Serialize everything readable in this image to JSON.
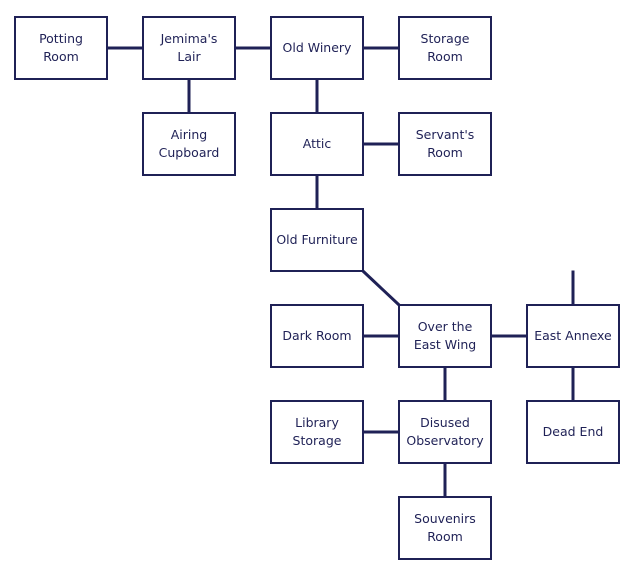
{
  "colors": {
    "ink": "#1f2156",
    "background": "#ffffff"
  },
  "rooms": {
    "potting_room": "Potting Room",
    "jemimas_lair": "Jemima's Lair",
    "old_winery": "Old Winery",
    "storage_room": "Storage Room",
    "airing_cupboard": "Airing Cupboard",
    "attic": "Attic",
    "servants_room": "Servant's Room",
    "old_furniture": "Old Furniture",
    "dark_room": "Dark Room",
    "over_east_wing": "Over the East Wing",
    "east_annexe": "East Annexe",
    "library_storage": "Library Storage",
    "disused_observatory": "Disused Observatory",
    "dead_end": "Dead End",
    "souvenirs_room": "Souvenirs Room"
  }
}
